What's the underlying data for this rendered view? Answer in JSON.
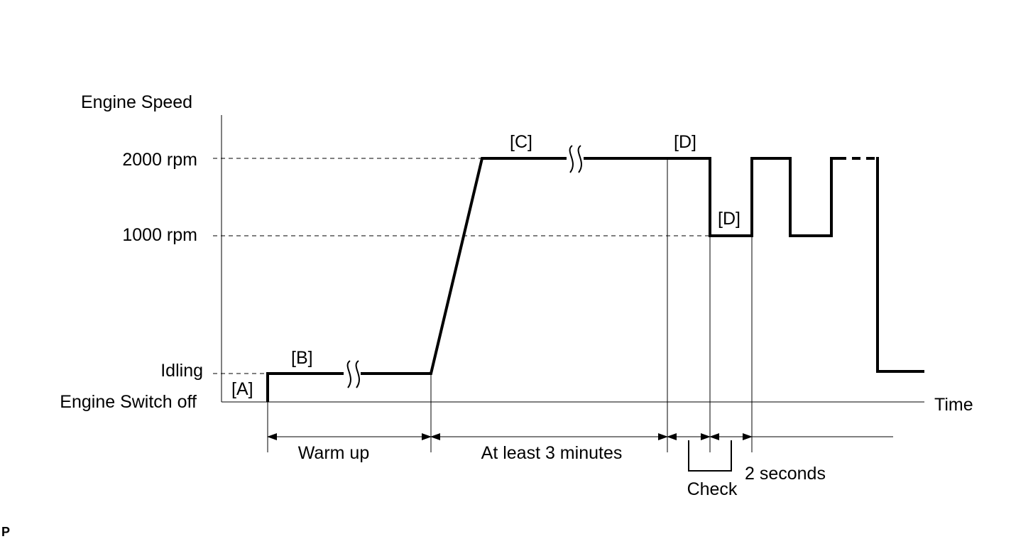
{
  "axes": {
    "y_title": "Engine Speed",
    "x_title": "Time",
    "levels": {
      "rpm_2000": "2000 rpm",
      "rpm_1000": "1000 rpm",
      "idling": "Idling",
      "off": "Engine Switch off"
    }
  },
  "stages": {
    "a": "[A]",
    "b": "[B]",
    "c": "[C]",
    "d_high": "[D]",
    "d_low": "[D]"
  },
  "intervals": {
    "warm_up": "Warm up",
    "at_least": "At least 3 minutes",
    "check": "Check",
    "two_seconds": "2 seconds"
  },
  "corner_mark": "P"
}
